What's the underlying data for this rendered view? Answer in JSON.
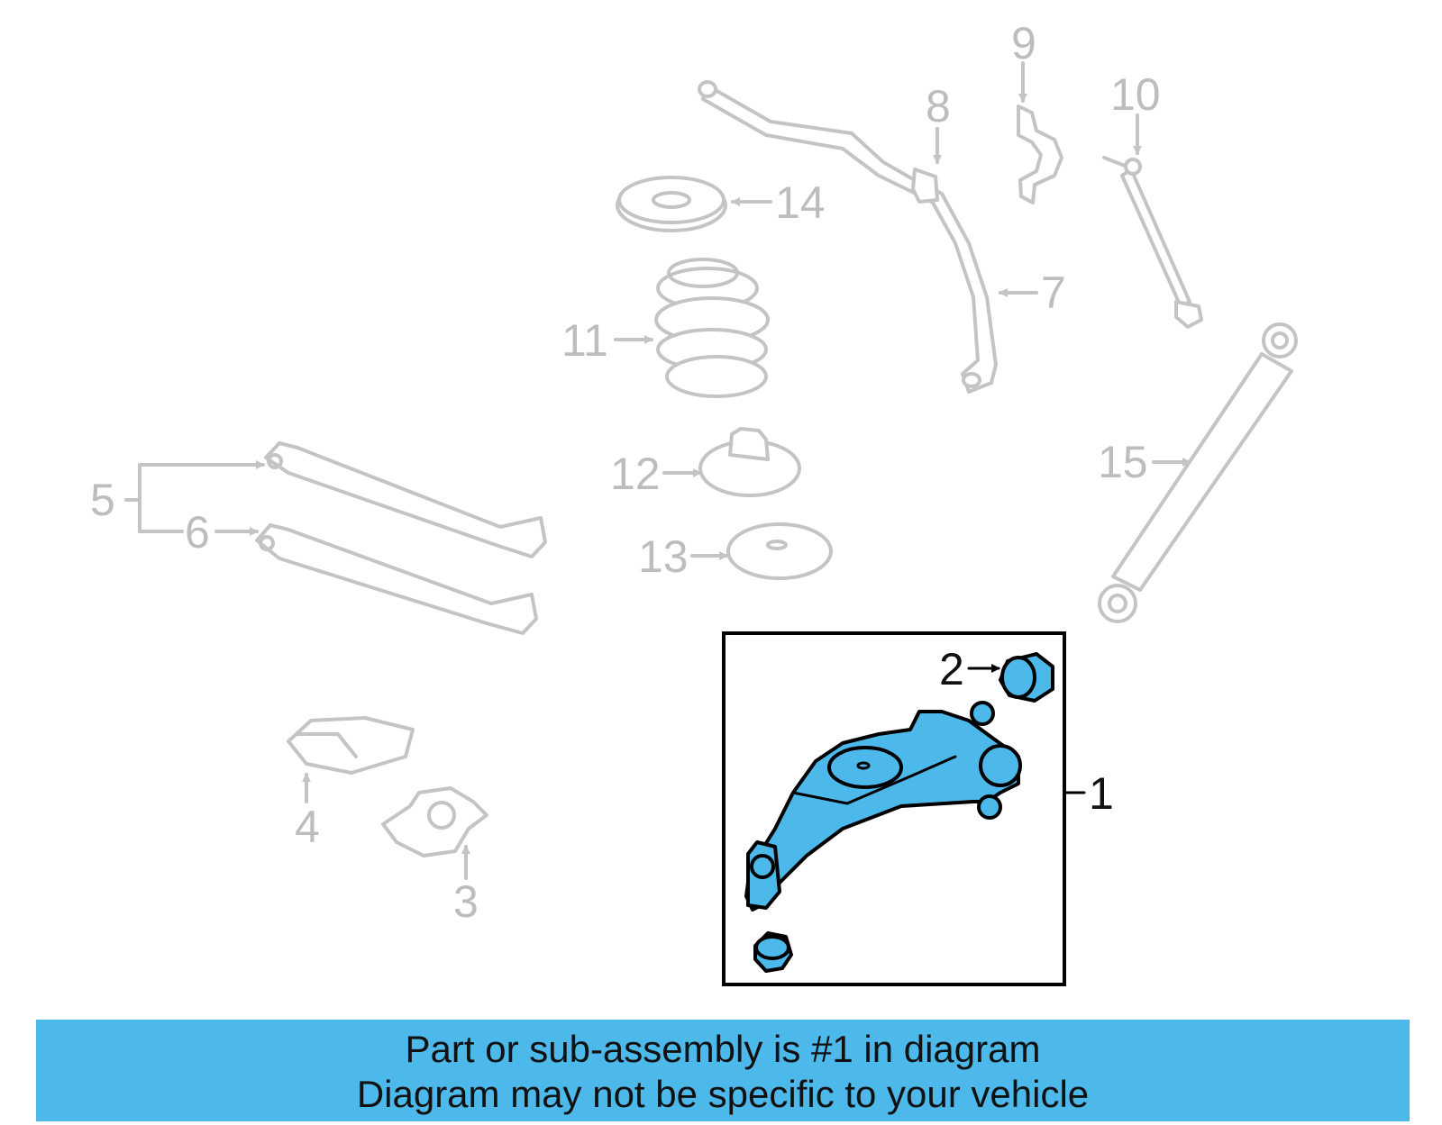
{
  "callouts": {
    "c1": "1",
    "c2": "2",
    "c3": "3",
    "c4": "4",
    "c5": "5",
    "c6": "6",
    "c7": "7",
    "c8": "8",
    "c9": "9",
    "c10": "10",
    "c11": "11",
    "c12": "12",
    "c13": "13",
    "c14": "14",
    "c15": "15"
  },
  "banner": {
    "line1": "Part or sub-assembly is #1 in diagram",
    "line2": "Diagram may not be specific to your vehicle"
  },
  "colors": {
    "highlight": "#4db8ea",
    "inactive_part": "#c4c4c4",
    "banner_background": "#4db8ea"
  }
}
